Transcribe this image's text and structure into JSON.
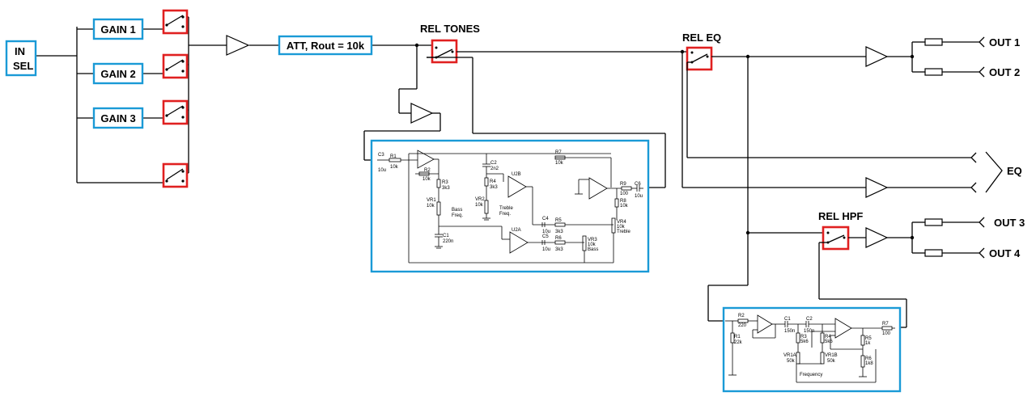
{
  "blocks": {
    "in_sel": [
      "IN",
      "SEL"
    ],
    "gain1": "GAIN 1",
    "gain2": "GAIN 2",
    "gain3": "GAIN 3",
    "att": "ATT, Rout = 10k"
  },
  "relays": {
    "tones": "REL  TONES",
    "eq": "REL  EQ",
    "hpf": "REL  HPF"
  },
  "outputs": {
    "out1": "OUT  1",
    "out2": "OUT  2",
    "out3": "OUT  3",
    "out4": "OUT  4",
    "eq": "EQ"
  },
  "tone_circuit": {
    "c3": "C3",
    "c3v": "10u",
    "r1": "R1",
    "r1v": "10k",
    "r2": "R2",
    "r2v": "10k",
    "r3": "R3",
    "r3v": "3k3",
    "vr1": "VR1",
    "vr1v": "10k",
    "vr1n1": "Bass",
    "vr1n2": "Freq.",
    "c1": "C1",
    "c1v": "220n",
    "c2": "C2",
    "c2v": "2n2",
    "r4": "R4",
    "r4v": "3k3",
    "vr2": "VR2",
    "vr2v": "10k",
    "vr2n1": "Treble",
    "vr2n2": "Freq.",
    "u2b": "U2B",
    "u2a": "U2A",
    "r7": "R7",
    "r7v": "10k",
    "c4": "C4",
    "c4v": "10u",
    "r5": "R5",
    "r5v": "3k3",
    "c5": "C5",
    "c5v": "10u",
    "r6": "R6",
    "r6v": "3k3",
    "vr3": "VR3",
    "vr3v": "10k",
    "vr3n": "Bass",
    "vr4": "VR4",
    "vr4v": "10k",
    "vr4n": "Treble",
    "r8": "R8",
    "r8v": "10k",
    "r9": "R9",
    "r9v": "100",
    "c6": "C6",
    "c6v": "10u"
  },
  "hpf_circuit": {
    "r2": "R2",
    "r2v": "220",
    "r1": "R1",
    "r1v": "22k",
    "c1": "C1",
    "c1v": "150n",
    "c2": "C2",
    "c2v": "150n",
    "r3": "R3",
    "r3v": "5k6",
    "r4": "R4",
    "r4v": "5k6",
    "vr1a": "VR1A",
    "vr1av": "50k",
    "vr1b": "VR1B",
    "vr1bv": "50k",
    "freq": "Frequency",
    "r5": "R5",
    "r5v": "1k",
    "r6": "R6",
    "r6v": "1k8",
    "r7": "R7",
    "r7v": "100"
  }
}
